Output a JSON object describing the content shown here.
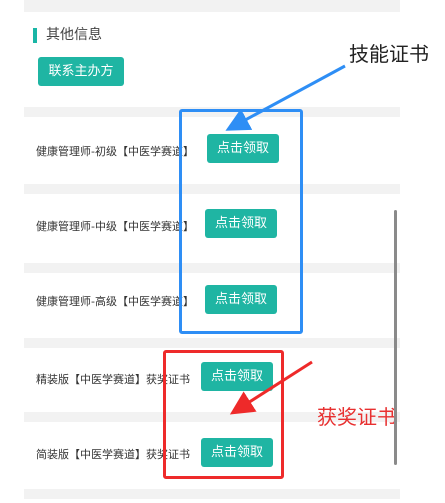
{
  "section": {
    "title": "其他信息",
    "contact_button": "联系主办方"
  },
  "certificates": [
    {
      "label": "健康管理师-初级【中医学赛道】",
      "button": "点击领取"
    },
    {
      "label": "健康管理师-中级【中医学赛道】",
      "button": "点击领取"
    },
    {
      "label": "健康管理师-高级【中医学赛道】",
      "button": "点击领取"
    },
    {
      "label": "精装版【中医学赛道】获奖证书",
      "button": "点击领取"
    },
    {
      "label": "简装版【中医学赛道】获奖证书",
      "button": "点击领取"
    }
  ],
  "annotations": {
    "skill": "技能证书",
    "award": "获奖证书"
  },
  "colors": {
    "accent": "#1fb5a3",
    "blue_box": "#2e8ef5",
    "red_box": "#ee2a2a"
  }
}
